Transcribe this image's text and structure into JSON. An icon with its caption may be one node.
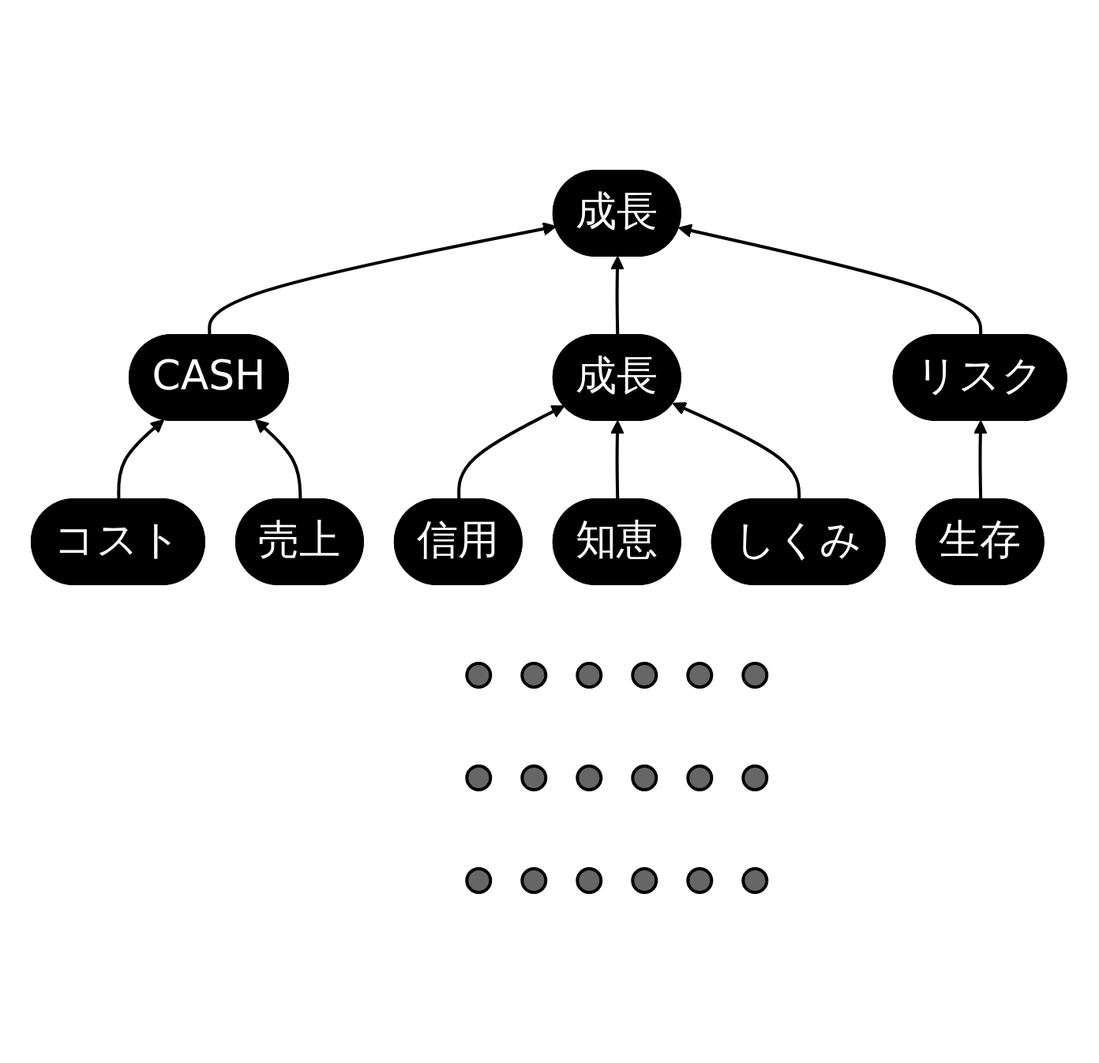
{
  "diagram": {
    "nodes": [
      {
        "text": [
          "成長"
        ]
      },
      {
        "text": [
          "CASH"
        ]
      },
      {
        "text": [
          "成長"
        ]
      },
      {
        "text": [
          "リスク"
        ]
      },
      {
        "text": [
          "コスト"
        ]
      },
      {
        "text": [
          "売上"
        ]
      },
      {
        "text": [
          "信用"
        ]
      },
      {
        "text": [
          "知恵"
        ]
      },
      {
        "text": [
          "しくみ"
        ]
      },
      {
        "text": [
          "生存"
        ]
      },
      {
        "text": [],
        "shape": "ellipse"
      },
      {
        "text": [],
        "shape": "ellipse"
      },
      {
        "text": [],
        "shape": "ellipse"
      },
      {
        "text": [],
        "shape": "ellipse"
      },
      {
        "text": [],
        "shape": "ellipse"
      },
      {
        "text": [],
        "shape": "ellipse"
      },
      {
        "text": [],
        "shape": "ellipse"
      },
      {
        "text": [],
        "shape": "ellipse"
      },
      {
        "text": [],
        "shape": "ellipse"
      },
      {
        "text": [],
        "shape": "ellipse"
      },
      {
        "text": [],
        "shape": "ellipse"
      },
      {
        "text": [],
        "shape": "ellipse"
      },
      {
        "text": [],
        "shape": "ellipse"
      },
      {
        "text": [],
        "shape": "ellipse"
      },
      {
        "text": [],
        "shape": "ellipse"
      },
      {
        "text": [],
        "shape": "ellipse"
      },
      {
        "text": [],
        "shape": "ellipse"
      },
      {
        "text": [],
        "shape": "ellipse"
      }
    ],
    "edges": [
      {
        "from": 1,
        "to": 0,
        "arrow": "to"
      },
      {
        "from": 2,
        "to": 0,
        "arrow": "to"
      },
      {
        "from": 3,
        "to": 0,
        "arrow": "to"
      },
      {
        "from": 4,
        "to": 1,
        "arrow": "to"
      },
      {
        "from": 5,
        "to": 1,
        "arrow": "to"
      },
      {
        "from": 6,
        "to": 2,
        "arrow": "to"
      },
      {
        "from": 7,
        "to": 2,
        "arrow": "to"
      },
      {
        "from": 8,
        "to": 2,
        "arrow": "to"
      },
      {
        "from": 9,
        "to": 3,
        "arrow": "to"
      }
    ]
  }
}
